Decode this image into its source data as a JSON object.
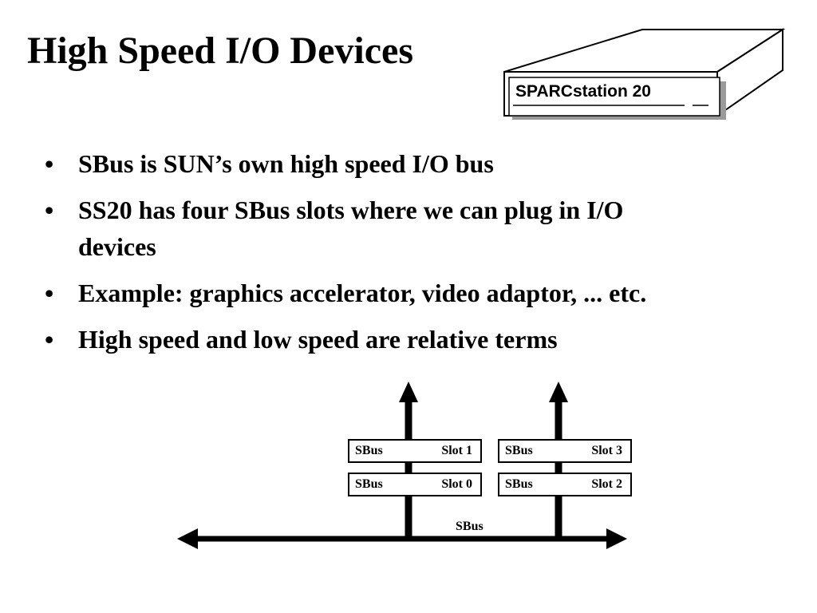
{
  "slide": {
    "title": "High Speed I/O Devices",
    "bullets": [
      {
        "marker": "•",
        "text": "SBus is SUN’s own high speed I/O bus"
      },
      {
        "marker": "•",
        "text": "SS20 has four SBus slots where we can plug in I/O devices"
      },
      {
        "marker": "•",
        "text": "Example: graphics accelerator, video adaptor, ... etc."
      },
      {
        "marker": "•",
        "text": "High speed and low speed are relative terms"
      }
    ]
  },
  "station": {
    "label": "SPARCstation 20"
  },
  "diagram": {
    "slots": [
      {
        "bus": "SBus",
        "slot": "Slot 1"
      },
      {
        "bus": "SBus",
        "slot": "Slot 3"
      },
      {
        "bus": "SBus",
        "slot": "Slot 0"
      },
      {
        "bus": "SBus",
        "slot": "Slot 2"
      }
    ],
    "bus_label": "SBus"
  }
}
